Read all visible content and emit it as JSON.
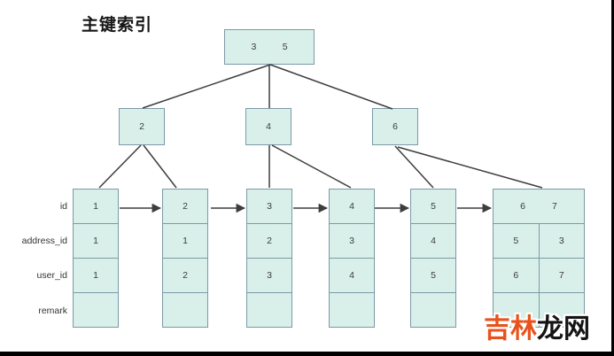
{
  "title": "主键索引",
  "colors": {
    "node_fill": "#d8f0e9",
    "node_border": "#7b9aa8",
    "edge": "#3d3d3d",
    "watermark_orange": "#e8531d",
    "watermark_black": "#141414"
  },
  "tree": {
    "root": {
      "keys": [
        "3",
        "5"
      ]
    },
    "internal": [
      {
        "key": "2"
      },
      {
        "key": "4"
      },
      {
        "key": "6"
      }
    ],
    "row_labels": [
      "id",
      "address_id",
      "user_id",
      "remark"
    ],
    "leaves": [
      {
        "id": "1",
        "address_id": "1",
        "user_id": "1",
        "remark": ""
      },
      {
        "id": "2",
        "address_id": "1",
        "user_id": "2",
        "remark": ""
      },
      {
        "id": "3",
        "address_id": "2",
        "user_id": "3",
        "remark": ""
      },
      {
        "id": "4",
        "address_id": "3",
        "user_id": "4",
        "remark": ""
      },
      {
        "id": "5",
        "address_id": "4",
        "user_id": "5",
        "remark": ""
      },
      {
        "id": [
          "6",
          "7"
        ],
        "address_id": [
          "5",
          "3"
        ],
        "user_id": [
          "6",
          "7"
        ],
        "remark": [
          "",
          ""
        ]
      }
    ]
  },
  "watermark": {
    "part1": "吉林",
    "part2": "龙网"
  }
}
